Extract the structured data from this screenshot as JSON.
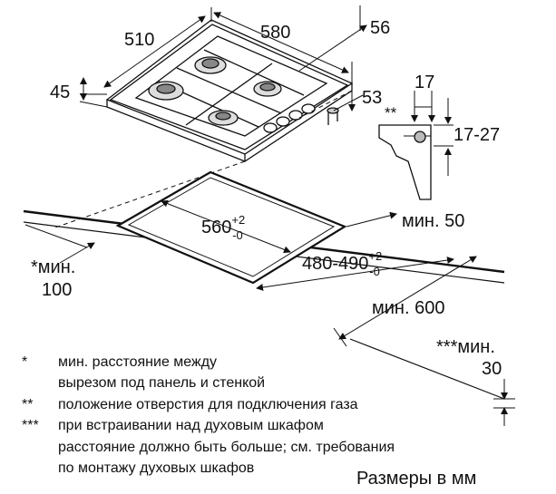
{
  "dimensions": {
    "hob_width": "580",
    "hob_depth": "510",
    "hob_height": "45",
    "gas_offset": "56",
    "gas_depth": "53",
    "detail_width": "17",
    "detail_height": "17-27",
    "detail_mark": "**",
    "cutout_width": "560",
    "cutout_width_tol_upper": "+2",
    "cutout_width_tol_lower": "-0",
    "cutout_depth": "480-490",
    "cutout_depth_tol_upper": "+2",
    "cutout_depth_tol_lower": "-0",
    "min_side": "мин. 50",
    "min_wall_label": "*мин.",
    "min_wall_value": "100",
    "min_depth": "мин. 600",
    "min_oven_label": "***мин.",
    "min_oven_value": "30"
  },
  "notes": [
    {
      "mark": "*",
      "lines": [
        "мин. расстояние между",
        "вырезом под панель и стенкой"
      ]
    },
    {
      "mark": "**",
      "lines": [
        "положение отверстия для подключения газа"
      ]
    },
    {
      "mark": "***",
      "lines": [
        "при встраивании над духовым шкафом",
        "расстояние должно быть больше; см. требования",
        "по монтажу духовых шкафов"
      ]
    }
  ],
  "units_label": "Размеры в мм"
}
